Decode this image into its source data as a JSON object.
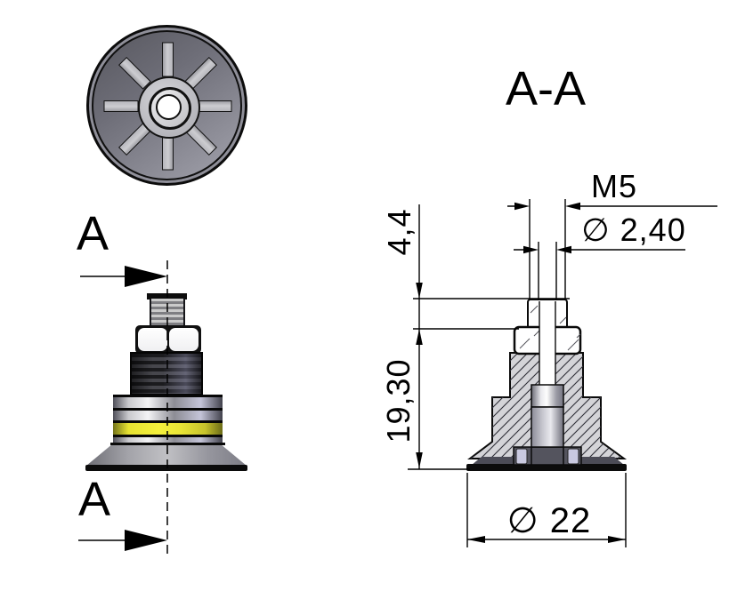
{
  "title": {
    "section_view": "A-A"
  },
  "labels": {
    "cut_plane_top": "A",
    "cut_plane_bottom": "A"
  },
  "dimensions": {
    "thread": "M5",
    "bore_diameter": "∅ 2,40",
    "thread_length": "4,4",
    "total_height": "19,30",
    "cup_diameter": "∅ 22"
  },
  "icons": {
    "section_arrow": "filled right-pointing triangle",
    "diameter_symbol": "∅"
  },
  "colors": {
    "seal_band_yellow": "#ece73a",
    "metal_silver": "#c9c9cd",
    "bellows_dark": "#1b1b1e",
    "hatch_body_gray": "#d4d4d8",
    "cup_lip_dark": "#4c4c57",
    "line_black": "#000000",
    "background": "#ffffff"
  }
}
